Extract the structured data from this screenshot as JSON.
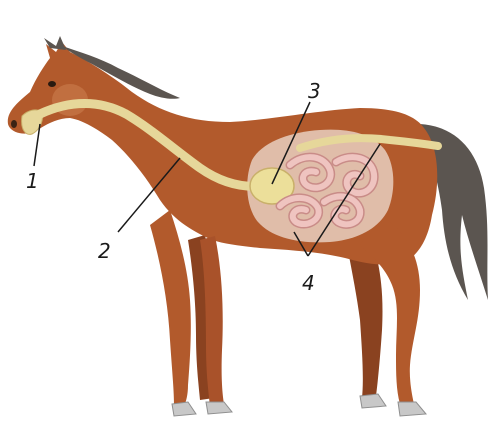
{
  "colors": {
    "coat": "#b25a2c",
    "coat_dark": "#8a4220",
    "coat_light": "#c77848",
    "mane_tail": "#5b5550",
    "hoof": "#c8c8c8",
    "gut_tube": "#e6d79a",
    "gut_outline": "#c9b06a",
    "stomach": "#ecdf9a",
    "intestine": "#efc4c0",
    "intestine_outline": "#c98c88",
    "body_cavity": "#e8cfc0",
    "leader_line": "#1a1a1a"
  },
  "labels": [
    {
      "id": "mouth",
      "text": "1"
    },
    {
      "id": "esophagus",
      "text": "2"
    },
    {
      "id": "stomach",
      "text": "3"
    },
    {
      "id": "intestines",
      "text": "4"
    }
  ]
}
